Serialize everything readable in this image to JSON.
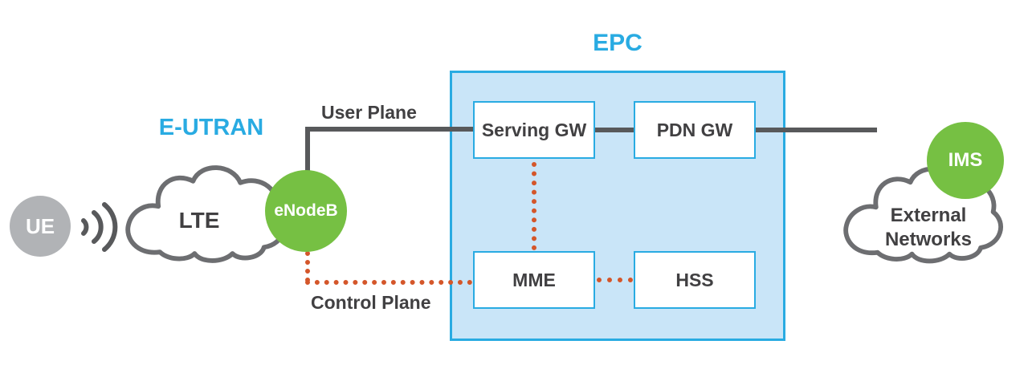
{
  "diagram": {
    "labels": {
      "e_utran": "E-UTRAN",
      "epc": "EPC",
      "user_plane": "User Plane",
      "control_plane": "Control Plane"
    },
    "nodes": {
      "ue": "UE",
      "lte": "LTE",
      "enodeb": "eNodeB",
      "serving_gw": "Serving GW",
      "pdn_gw": "PDN GW",
      "mme": "MME",
      "hss": "HSS",
      "ims": "IMS",
      "external_networks": "External Networks"
    },
    "colors": {
      "accent_blue": "#29abe2",
      "epc_fill": "#c9e5f8",
      "green": "#76c043",
      "gray": "#b1b3b6",
      "line_dark": "#58595b",
      "orange": "#d4562a",
      "text_dark": "#414042"
    }
  }
}
